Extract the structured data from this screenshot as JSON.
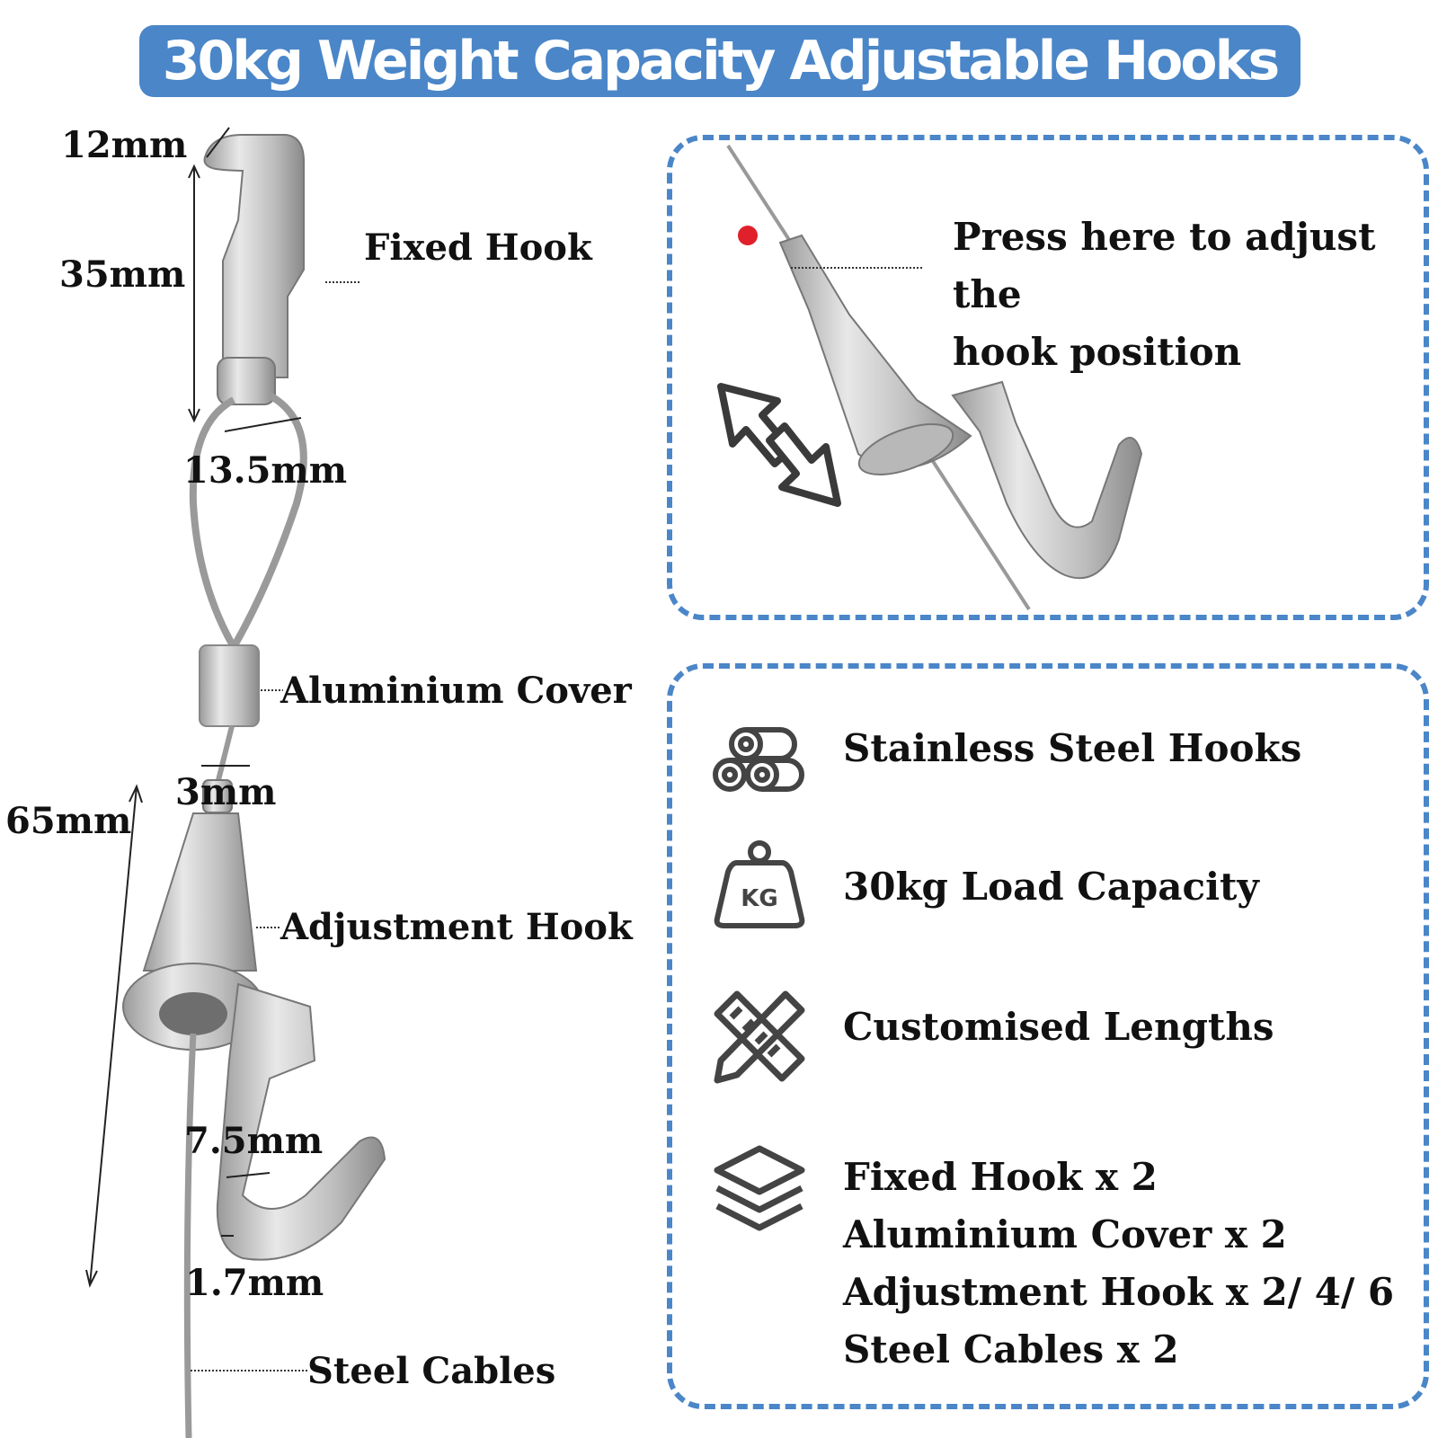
{
  "title": "30kg Weight Capacity Adjustable Hooks",
  "colors": {
    "accent": "#4a86c8",
    "metal": "#c8c8c8",
    "dot": "#e0202a"
  },
  "labels": {
    "fixed_hook": "Fixed Hook",
    "aluminium_cover": "Aluminium Cover",
    "adjustment_hook": "Adjustment Hook",
    "steel_cables": "Steel Cables"
  },
  "dimensions": {
    "top_width": "12mm",
    "fixed_height": "35mm",
    "loop_width": "13.5mm",
    "cable_diameter": "3mm",
    "adjust_height": "65mm",
    "hook_gap": "7.5mm",
    "hook_thickness": "1.7mm"
  },
  "adjust_panel": {
    "line1": "Press here to adjust the",
    "line2": "hook position"
  },
  "features": [
    {
      "icon": "steel-pipes-icon",
      "text": "Stainless Steel Hooks"
    },
    {
      "icon": "kg-weight-icon",
      "text": "30kg Load Capacity",
      "icon_text": "KG"
    },
    {
      "icon": "ruler-pencil-icon",
      "text": "Customised Lengths"
    }
  ],
  "package": {
    "icon": "layers-icon",
    "items": [
      "Fixed Hook x 2",
      "Aluminium Cover x 2",
      "Adjustment Hook x 2/ 4/ 6",
      "Steel Cables x 2"
    ]
  }
}
